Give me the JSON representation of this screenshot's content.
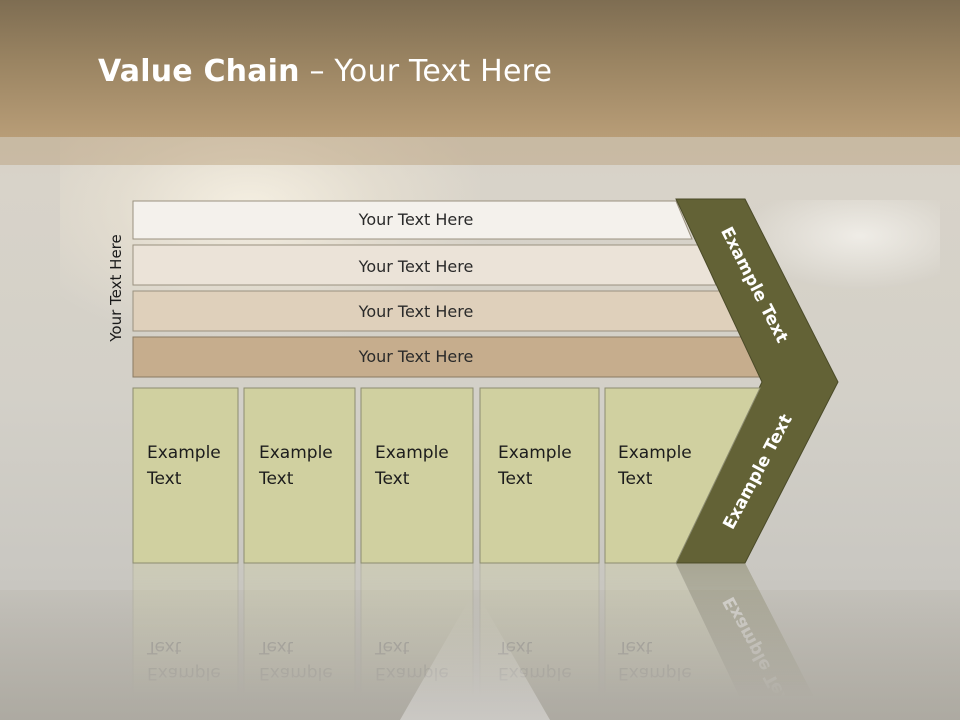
{
  "slide": {
    "title_bold": "Value Chain",
    "title_rest": " – Your Text Here",
    "side_label": "Your Text Here"
  },
  "bars": [
    {
      "label": "Your Text Here",
      "fill": "#f4f1ec"
    },
    {
      "label": "Your Text Here",
      "fill": "#ebe3d8"
    },
    {
      "label": "Your Text Here",
      "fill": "#dfd0bb"
    },
    {
      "label": "Your Text Here",
      "fill": "#c6ad8d"
    }
  ],
  "boxes": [
    {
      "line1": "Example",
      "line2": "Text"
    },
    {
      "line1": "Example",
      "line2": "Text"
    },
    {
      "line1": "Example",
      "line2": "Text"
    },
    {
      "line1": "Example",
      "line2": "Text"
    },
    {
      "line1": "Example",
      "line2": "Text"
    }
  ],
  "chevron": {
    "upper_label": "Example Text",
    "lower_label": "Example Text",
    "fill": "#636236"
  },
  "colors": {
    "header": "#9a8462",
    "box_fill": "#d0d0a0",
    "box_stroke": "#8c8c70"
  }
}
